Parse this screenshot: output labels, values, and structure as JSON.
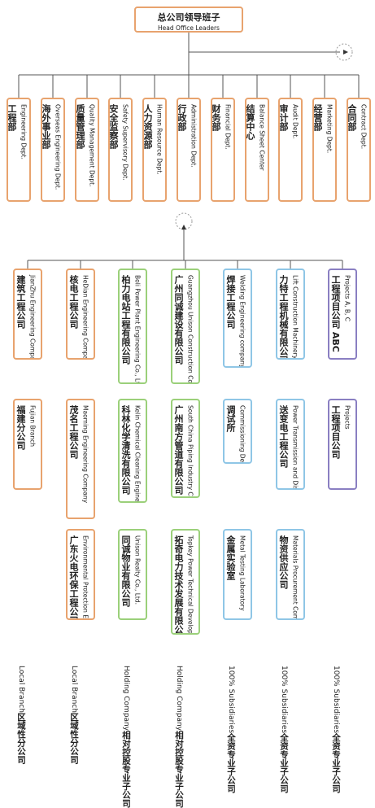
{
  "head": {
    "zh": "总公司领导班子",
    "en": "Head Office Leaders"
  },
  "departments": [
    {
      "zh": "工程部",
      "en": "Engineering Dept."
    },
    {
      "zh": "海外事业部",
      "en": "Overseas Engineering Dept."
    },
    {
      "zh": "质量管理部",
      "en": "Quality Management Dept."
    },
    {
      "zh": "安全监察部",
      "en": "Safety Supervisory Dept."
    },
    {
      "zh": "人力资源部",
      "en": "Human Resource Dept."
    },
    {
      "zh": "行政部",
      "en": "Administration Dept."
    },
    {
      "zh": "财务部",
      "en": "Financial Dept."
    },
    {
      "zh": "结算中心",
      "en": "Balance Sheet Center"
    },
    {
      "zh": "审计部",
      "en": "Audit Dept."
    },
    {
      "zh": "经营部",
      "en": "Marketing Dept."
    },
    {
      "zh": "合同部",
      "en": "Contract Dept."
    }
  ],
  "companies": [
    {
      "zh": "建筑工程公司",
      "en": "JianZhu Engineering Company",
      "color": "orange",
      "row": 0,
      "col": 0
    },
    {
      "zh": "福建分公司",
      "en": "Fujian Branch",
      "color": "orange",
      "row": 1,
      "col": 0
    },
    {
      "zh": "核电工程公司",
      "en": "HeDian Engineering Company",
      "color": "orange",
      "row": 0,
      "col": 1
    },
    {
      "zh": "茂名工程公司",
      "en": "Maoming Engineering Company",
      "color": "orange",
      "row": 1,
      "col": 1
    },
    {
      "zh": "广东火电环保工程公司",
      "en": "Environmental Protection Engineering Company",
      "color": "orange",
      "row": 2,
      "col": 1
    },
    {
      "zh": "柏力电站工程有限公司",
      "en": "Boli Power Plant Engineering Co., Ltd.",
      "color": "green",
      "row": 0,
      "col": 2
    },
    {
      "zh": "科林化学清洗有限公司",
      "en": "Kelin Chemical Cleaning Engineering Co., Ltd.",
      "color": "green",
      "row": 1,
      "col": 2
    },
    {
      "zh": "同诚物业有限公司",
      "en": "Unison Realty Co., Ltd.",
      "color": "green",
      "row": 2,
      "col": 2
    },
    {
      "zh": "广州同诚建设有限公司",
      "en": "Guangzhou Unison Construction Co., Ltd.",
      "color": "green",
      "row": 0,
      "col": 3
    },
    {
      "zh": "广州南方管道有限公司",
      "en": "South China Piping Industry Company (Guangzhou)",
      "color": "green",
      "row": 1,
      "col": 3
    },
    {
      "zh": "拓奇电力技术发展有限公司",
      "en": "Topkey Power Technical Development Co., Ltd.",
      "color": "green",
      "row": 2,
      "col": 3
    },
    {
      "zh": "焊接工程公司",
      "en": "Welding Engineering company",
      "color": "blue",
      "row": 0,
      "col": 4
    },
    {
      "zh": "调试所",
      "en": "Commissioning Dept.",
      "color": "blue",
      "row": 1,
      "col": 4
    },
    {
      "zh": "金属实验室",
      "en": "Metal Testing Laboratory",
      "color": "blue",
      "row": 2,
      "col": 4
    },
    {
      "zh": "力特工程机械有限公司",
      "en": "Lift Construction Machinery Co., Ltd.",
      "color": "blue",
      "row": 0,
      "col": 5
    },
    {
      "zh": "送变电工程公司",
      "en": "Power Transmission and Distribution Engineering Company",
      "color": "blue",
      "row": 1,
      "col": 5
    },
    {
      "zh": "物资供应公司",
      "en": "Materials Procurement Company",
      "color": "blue",
      "row": 2,
      "col": 5
    },
    {
      "zh": "工程项目公司 ABC",
      "en": "Projects A, B, C",
      "color": "purple",
      "row": 0,
      "col": 6
    },
    {
      "zh": "工程项目公司",
      "en": "Projects",
      "color": "purple",
      "row": 1,
      "col": 6
    }
  ],
  "bottom_labels": [
    {
      "en": "Local Branch",
      "zh": "区域性分公司"
    },
    {
      "en": "Local Branch",
      "zh": "区域性分公司"
    },
    {
      "en": "Holding Company",
      "zh": "相对控股专业子公司"
    },
    {
      "en": "Holding Company",
      "zh": "相对控股专业子公司"
    },
    {
      "en": "100% Subsidiaries",
      "zh": "全资专业子公司"
    },
    {
      "en": "100% Subsidiaries",
      "zh": "全资专业子公司"
    },
    {
      "en": "100% Subsidiaries",
      "zh": "全资专业子公司"
    }
  ]
}
